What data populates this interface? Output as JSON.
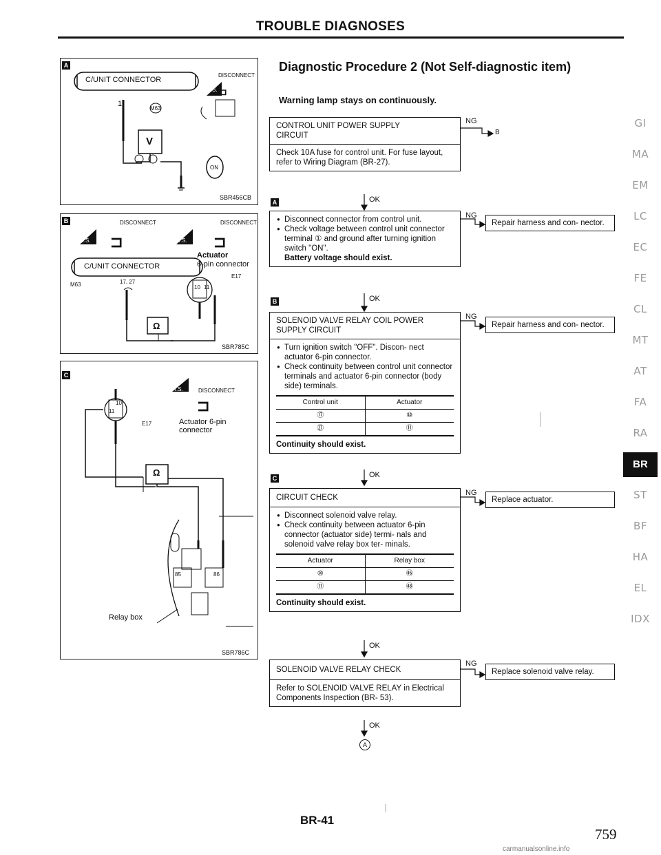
{
  "header": {
    "title": "TROUBLE DIAGNOSES"
  },
  "figures": {
    "a": {
      "letter": "A",
      "connector": "C/UNIT CONNECTOR",
      "terminal": "1",
      "connector_id": "M63",
      "meter": "V",
      "ignition": "ON",
      "disconnect": "DISCONNECT",
      "tool": "H.S.",
      "code": "SBR456CB"
    },
    "b": {
      "letter": "B",
      "disconnect1": "DISCONNECT",
      "tool1": "H.S.",
      "disconnect2": "DISCONNECT",
      "tool2": "T.S.",
      "connector": "C/UNIT CONNECTOR",
      "actuator": "Actuator",
      "actuator_conn": "6-pin connector",
      "connector_id": "M63",
      "terminals": "17, 27",
      "act_id": "E17",
      "pin1": "10",
      "pin2": "11",
      "meter": "Ω",
      "code": "SBR785C"
    },
    "c": {
      "letter": "C",
      "pin1": "10",
      "pin2": "11",
      "disconnect": "DISCONNECT",
      "tool": "T.S.",
      "act_id": "E17",
      "actuator_label": "Actuator 6-pin",
      "actuator_label2": "connector",
      "meter": "Ω",
      "relay_box": "Relay box",
      "r85": "85",
      "r86": "86",
      "code": "SBR786C"
    }
  },
  "main": {
    "title": "Diagnostic Procedure 2 (Not Self-diagnostic item)",
    "subtitle": "Warning lamp stays on continuously.",
    "step1": {
      "header": "CONTROL UNIT POWER SUPPLY CIRCUIT",
      "body": "Check 10A fuse for control unit. For fuse layout, refer to Wiring Diagram (BR-27).",
      "ng_label": "NG",
      "ng_target": "B"
    },
    "ok1": "OK",
    "letter_a": "A",
    "step2": {
      "bullet1": "Disconnect connector from control unit.",
      "bullet2": "Check voltage between control unit connector terminal ① and ground after turning ignition switch \"ON\".",
      "note": "Battery voltage should exist.",
      "ng_label": "NG",
      "ng_result": "Repair harness and con- nector."
    },
    "ok2": "OK",
    "letter_b": "B",
    "step3": {
      "header": "SOLENOID VALVE RELAY COIL POWER SUPPLY CIRCUIT",
      "bullet1": "Turn ignition switch \"OFF\". Discon- nect actuator 6-pin connector.",
      "bullet2": "Check continuity between control unit connector terminals and actuator 6-pin connector (body side) terminals.",
      "table": {
        "col1": "Control unit",
        "col2": "Actuator",
        "rows": [
          [
            "⑰",
            "⑩"
          ],
          [
            "㉗",
            "⑪"
          ]
        ]
      },
      "note": "Continuity should exist.",
      "ng_label": "NG",
      "ng_result": "Repair harness and con- nector."
    },
    "ok3": "OK",
    "letter_c": "C",
    "step4": {
      "header": "CIRCUIT CHECK",
      "bullet1": "Disconnect solenoid valve relay.",
      "bullet2": "Check continuity between actuator 6-pin connector (actuator side) termi- nals and solenoid valve relay box ter- minals.",
      "table": {
        "col1": "Actuator",
        "col2": "Relay box",
        "rows": [
          [
            "⑩",
            "㊻"
          ],
          [
            "⑪",
            "㊽"
          ]
        ]
      },
      "note": "Continuity should exist.",
      "ng_label": "NG",
      "ng_result": "Replace actuator."
    },
    "ok4": "OK",
    "step5": {
      "header": "SOLENOID VALVE RELAY CHECK",
      "body": "Refer to SOLENOID VALVE RELAY in Electrical Components Inspection (BR- 53).",
      "ng_label": "NG",
      "ng_result": "Replace solenoid valve relay."
    },
    "ok5": "OK",
    "end_target": "A"
  },
  "side_tabs": [
    "GI",
    "MA",
    "EM",
    "LC",
    "EC",
    "FE",
    "CL",
    "MT",
    "AT",
    "FA",
    "RA",
    "BR",
    "ST",
    "BF",
    "HA",
    "EL",
    "IDX"
  ],
  "active_tab": "BR",
  "footer": {
    "page_code": "BR-41",
    "page_number": "759",
    "watermark": "carmanualsonline.info"
  }
}
